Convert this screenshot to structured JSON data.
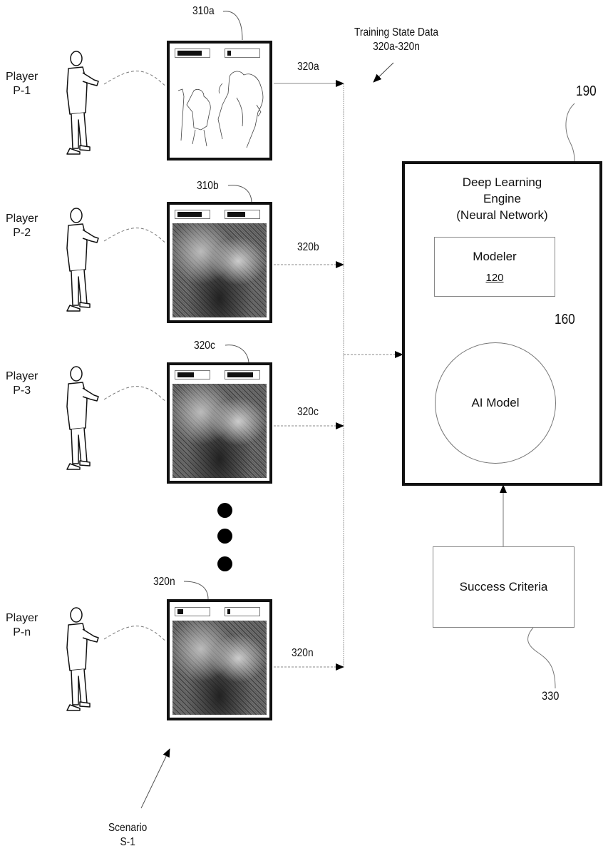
{
  "figure": {
    "players": [
      {
        "label_line1": "Player",
        "label_line2": "P-1"
      },
      {
        "label_line1": "Player",
        "label_line2": "P-2"
      },
      {
        "label_line1": "Player",
        "label_line2": "P-3"
      },
      {
        "label_line1": "Player",
        "label_line2": "P-n"
      }
    ],
    "screens": [
      {
        "ref": "310a",
        "style": "line-art",
        "hud_left_fill": 0.8,
        "hud_right_fill": 0.12
      },
      {
        "ref": "310b",
        "style": "photo",
        "hud_left_fill": 0.8,
        "hud_right_fill": 0.6
      },
      {
        "ref": "320c",
        "style": "photo",
        "hud_left_fill": 0.55,
        "hud_right_fill": 0.85
      },
      {
        "ref": "320n",
        "style": "photo",
        "hud_left_fill": 0.2,
        "hud_right_fill": 0.1
      }
    ],
    "data_arrows": [
      {
        "label": "320a"
      },
      {
        "label": "320b"
      },
      {
        "label": "320c"
      },
      {
        "label": "320n"
      }
    ],
    "training_state": {
      "line1": "Training State Data",
      "line2": "320a-320n"
    },
    "engine": {
      "ref": "190",
      "title_line1": "Deep Learning",
      "title_line2": "Engine",
      "title_line3": "(Neural Network)",
      "modeler": {
        "label": "Modeler",
        "ref": "120"
      },
      "ai_model": {
        "label": "AI Model",
        "ref": "160"
      }
    },
    "success_criteria": {
      "label": "Success Criteria",
      "ref": "330"
    },
    "scenario": {
      "line1": "Scenario",
      "line2": "S-1"
    },
    "ellipsis_dots": 3
  }
}
